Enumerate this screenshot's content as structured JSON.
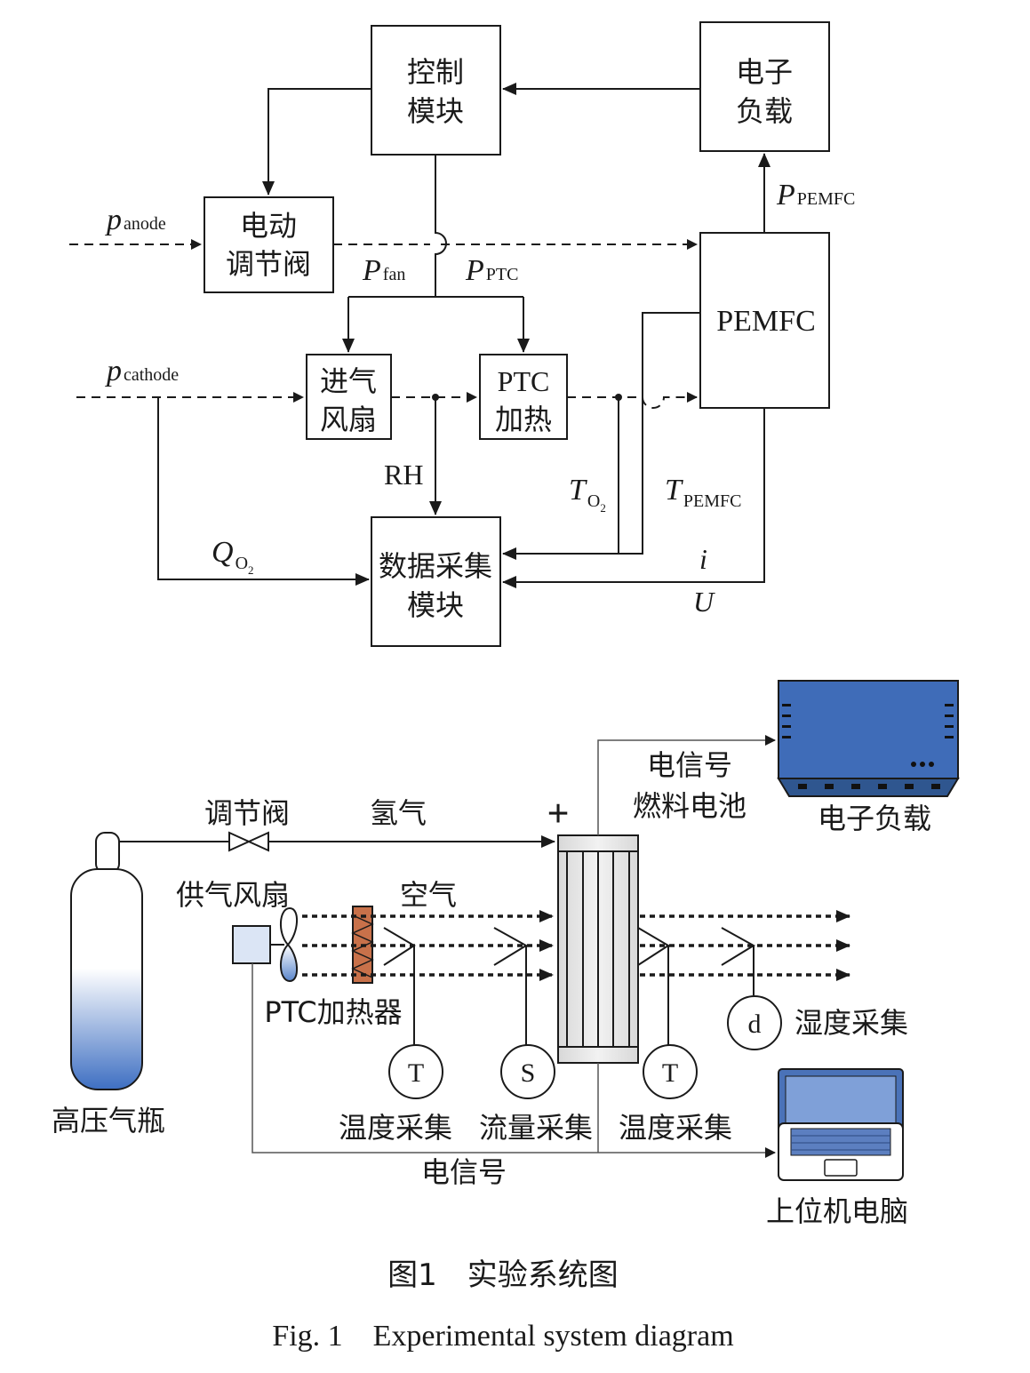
{
  "top": {
    "control_l1": "控制",
    "control_l2": "模块",
    "eload_l1": "电子",
    "eload_l2": "负载",
    "valve_l1": "电动",
    "valve_l2": "调节阀",
    "fan_l1": "进气",
    "fan_l2": "风扇",
    "ptc_l1": "PTC",
    "ptc_l2": "加热",
    "pemfc": "PEMFC",
    "daq_l1": "数据采集",
    "daq_l2": "模块",
    "p_anode": "p",
    "p_anode_sub": "anode",
    "p_cathode": "p",
    "p_cathode_sub": "cathode",
    "p_pemfc": "P",
    "p_pemfc_sub": "PEMFC",
    "p_fan": "P",
    "p_fan_sub": "fan",
    "p_ptc": "P",
    "p_ptc_sub": "PTC",
    "rh": "RH",
    "t_o2": "T",
    "t_o2_sub": "O",
    "t_o2_subsub": "2",
    "t_pemfc": "T",
    "t_pemfc_sub": "PEMFC",
    "q_o2": "Q",
    "q_o2_sub": "O",
    "q_o2_subsub": "2",
    "i": "i",
    "u": "U"
  },
  "bottom": {
    "valve": "调节阀",
    "hydrogen": "氢气",
    "plus": "+",
    "signal_top": "电信号",
    "fuel_cell": "燃料电池",
    "eload": "电子负载",
    "supply_fan": "供气风扇",
    "air": "空气",
    "ptc_heater": "PTC加热器",
    "cylinder": "高压气瓶",
    "sensor_t": "T",
    "sensor_s": "S",
    "sensor_d": "d",
    "temp1": "温度采集",
    "flow": "流量采集",
    "temp2": "温度采集",
    "humidity": "湿度采集",
    "signal_bottom": "电信号",
    "pc": "上位机电脑",
    "colors": {
      "eload_blue": "#3f6cb8",
      "cylinder_blue": "#4a7ed0",
      "heater": "#c8714a",
      "pc_blue": "#4a72b8"
    }
  },
  "caption": {
    "cn": "图1　实验系统图",
    "en": "Fig. 1　Experimental system diagram"
  }
}
